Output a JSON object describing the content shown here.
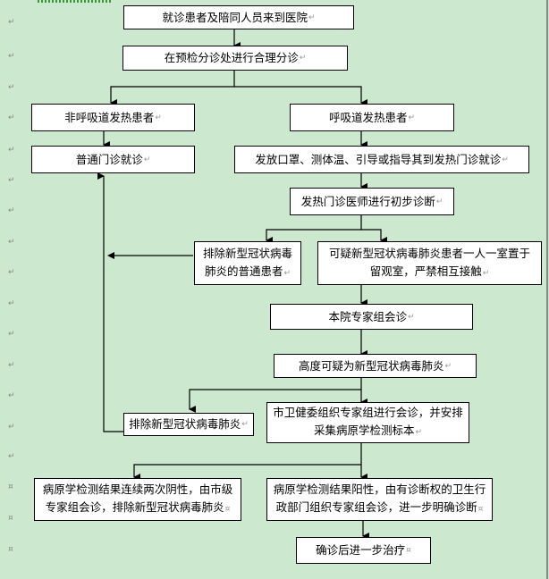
{
  "flowchart": {
    "nodes": {
      "arrive": "就诊患者及陪同人员来到医院",
      "triage": "在预检分诊处进行合理分诊",
      "non_resp": "非呼吸道发热患者",
      "resp": "呼吸道发热患者",
      "general_clinic": "普通门诊就诊",
      "mask_guide": "发放口罩、测体温、引导或指导其到发热门诊就诊",
      "fever_doctor": "发热门诊医师进行初步诊断",
      "excluded_common_line1": "排除新型冠状病毒",
      "excluded_common_line2": "肺炎的普通患者",
      "suspected_line1": "可疑新型冠状病毒肺炎患者一人一室置于",
      "suspected_line2": "留观室，严禁相互接触",
      "hospital_experts": "本院专家组会诊",
      "highly_suspected": "高度可疑为新型冠状病毒肺炎",
      "excluded": "排除新型冠状病毒肺炎",
      "city_experts_line1": "市卫健委组织专家组进行会诊，并安排",
      "city_experts_line2": "采集病原学检测标本",
      "negative_line1": "病原学检测结果连续两次阴性，由市级",
      "negative_line2": "专家组会诊，排除新型冠状病毒肺炎",
      "positive_line1": "病原学检测结果阳性，由有诊断权的卫生行",
      "positive_line2": "政部门组织专家组会诊，进一步明确诊断",
      "treatment": "确诊后进一步治疗"
    },
    "paragraph_mark": "↵",
    "cell_mark": "¤"
  }
}
